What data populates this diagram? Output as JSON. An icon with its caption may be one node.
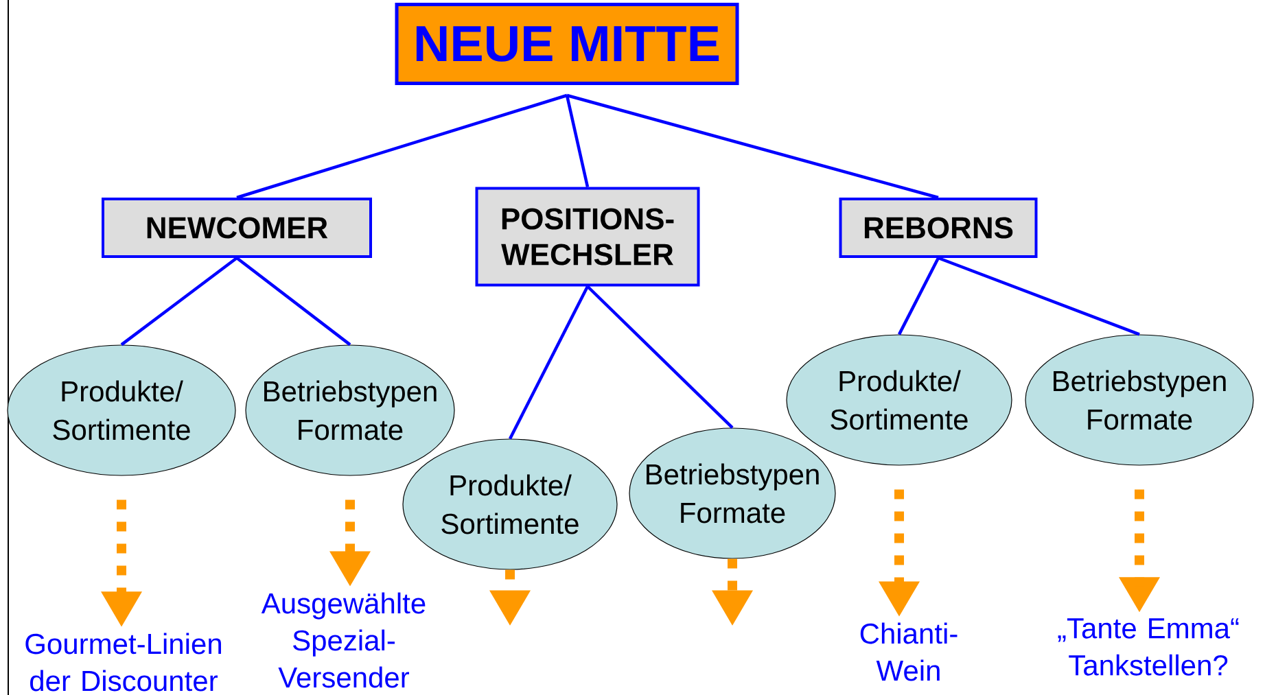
{
  "diagram": {
    "nodes": [
      {
        "text": [
          "NEUE MITTE"
        ]
      },
      {
        "text": [
          "NEWCOMER"
        ]
      },
      {
        "text": [
          "POSITIONS- WECHSLER"
        ]
      },
      {
        "text": [
          "REBORNS"
        ]
      },
      {
        "text": [
          "Produkte/ Sortimente"
        ]
      },
      {
        "text": [
          "Betriebstypen Formate"
        ]
      },
      {
        "text": [
          "Produkte/ Sortimente"
        ]
      },
      {
        "text": [
          "Betriebstypen Formate"
        ]
      },
      {
        "text": [
          "Produkte/ Sortimente"
        ]
      },
      {
        "text": [
          "Betriebstypen Formate"
        ]
      },
      {
        "text": [
          "Gourmet-Linien der Discounter"
        ]
      },
      {
        "text": [
          "Ausgewählte Spezial- Versender"
        ]
      },
      {
        "text": [
          "Chianti- Wein"
        ]
      },
      {
        "text": [
          "„Tante Emma“ Tankstellen?"
        ]
      }
    ],
    "edges": [
      {
        "from": 0,
        "to": 1,
        "arrow": "none"
      },
      {
        "from": 0,
        "to": 2,
        "arrow": "none"
      },
      {
        "from": 0,
        "to": 3,
        "arrow": "none"
      },
      {
        "from": 1,
        "to": 4,
        "arrow": "none"
      },
      {
        "from": 1,
        "to": 5,
        "arrow": "none"
      },
      {
        "from": 2,
        "to": 6,
        "arrow": "none"
      },
      {
        "from": 2,
        "to": 7,
        "arrow": "none"
      },
      {
        "from": 3,
        "to": 8,
        "arrow": "none"
      },
      {
        "from": 3,
        "to": 9,
        "arrow": "none"
      },
      {
        "from": 4,
        "to": 10,
        "arrow": "to",
        "style": "dashed",
        "color": "#ff9900"
      },
      {
        "from": 5,
        "to": 11,
        "arrow": "to",
        "style": "dashed",
        "color": "#ff9900"
      },
      {
        "from": 6,
        "to": null,
        "arrow": "to",
        "style": "dashed",
        "color": "#ff9900"
      },
      {
        "from": 7,
        "to": null,
        "arrow": "to",
        "style": "dashed",
        "color": "#ff9900"
      },
      {
        "from": 8,
        "to": 12,
        "arrow": "to",
        "style": "dashed",
        "color": "#ff9900"
      },
      {
        "from": 9,
        "to": 13,
        "arrow": "to",
        "style": "dashed",
        "color": "#ff9900"
      }
    ]
  }
}
